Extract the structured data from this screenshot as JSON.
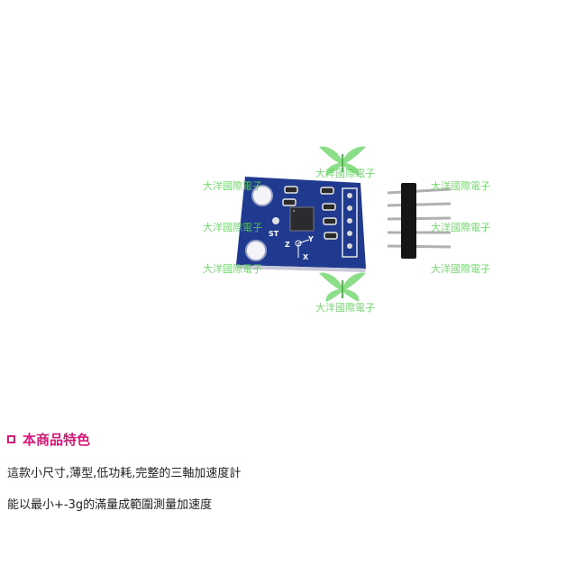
{
  "watermark": {
    "text": "大洋國際電子",
    "color": "#5fd35a"
  },
  "board": {
    "silkscreen_st": "ST",
    "axis_z": "Z",
    "axis_y": "Y",
    "axis_x": "X",
    "color": "#1f3a8f"
  },
  "features": {
    "heading": "本商品特色",
    "accent_color": "#d21a78",
    "lines": [
      "這款小尺寸,薄型,低功耗,完整的三軸加速度計",
      "能以最小+-3g的滿量成範圍測量加速度"
    ]
  }
}
